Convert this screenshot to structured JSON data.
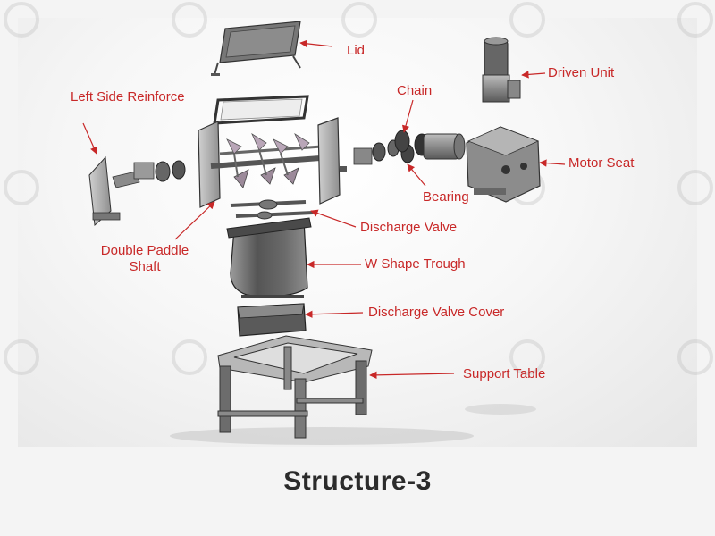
{
  "caption": "Structure-3",
  "labels": {
    "lid": "Lid",
    "driven_unit": "Driven Unit",
    "left_side_reinforce": "Left Side Reinforce",
    "chain": "Chain",
    "motor_seat": "Motor Seat",
    "bearing": "Bearing",
    "discharge_valve": "Discharge Valve",
    "double_paddle_shaft_1": "Double Paddle",
    "double_paddle_shaft_2": "Shaft",
    "w_shape_trough": "W Shape Trough",
    "discharge_valve_cover": "Discharge Valve Cover",
    "support_table": "Support Table"
  },
  "colors": {
    "label": "#c82828",
    "leader": "#c82828",
    "caption": "#2b2b2b",
    "metal": "#6e6e6e"
  }
}
